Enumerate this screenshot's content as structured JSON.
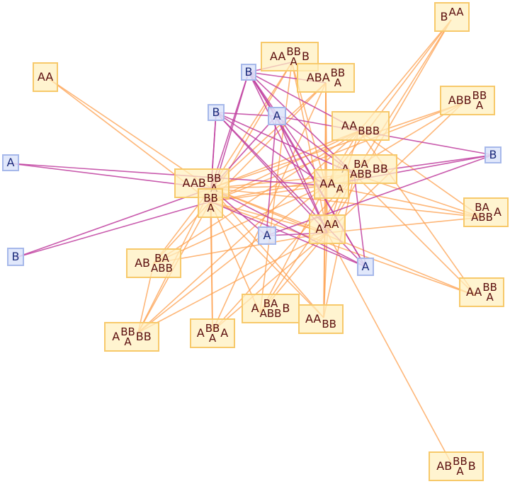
{
  "title": "Word graph with A/B labeled nodes",
  "colors": {
    "gold_edge": "#fe9f4c",
    "magenta_edge": "#c03e9f",
    "gold_node_fill": "#fff0be",
    "gold_node_border": "#f7c96a",
    "blue_node_fill": "#dce4fa",
    "blue_node_border": "#a6b8ea",
    "gold_text": "#5a0d0d",
    "blue_text": "#1a2a7a"
  },
  "nodes": [
    {
      "id": "n_aa_topleft",
      "kind": "gold",
      "base": "AA",
      "sup": "",
      "sub": "",
      "tail": ""
    },
    {
      "id": "n_baa",
      "kind": "gold",
      "base": "B",
      "sup": "AA",
      "sub": "",
      "tail": ""
    },
    {
      "id": "n_aabbab",
      "kind": "gold",
      "base": "AA",
      "sup": "BB",
      "sub": "A",
      "tail": "B"
    },
    {
      "id": "n_ababba",
      "kind": "gold",
      "base": "ABA",
      "sup": "BB",
      "sub": "A",
      "tail": ""
    },
    {
      "id": "n_abbbba_right",
      "kind": "gold",
      "base": "ABB",
      "sup": "BB",
      "sub": "A",
      "tail": ""
    },
    {
      "id": "n_aabbb",
      "kind": "gold",
      "base": "AA",
      "sup": "",
      "sub": "BBB",
      "tail": ""
    },
    {
      "id": "n_a_ba_abb_bb",
      "kind": "gold",
      "base": "A",
      "sup": "BA",
      "sub": "ABB",
      "tail": "BB"
    },
    {
      "id": "n_aaa_hub",
      "kind": "gold",
      "base": "AA",
      "sup": "",
      "sub": "A",
      "tail": ""
    },
    {
      "id": "n_aab_bba",
      "kind": "gold",
      "base": "AAB",
      "sup": "BB",
      "sub": "A",
      "tail": ""
    },
    {
      "id": "n_bba",
      "kind": "gold",
      "base": "",
      "sup": "BB",
      "sub": "A",
      "tail": ""
    },
    {
      "id": "n_aaa_low",
      "kind": "gold",
      "base": "A",
      "sup": "AA",
      "sub": "",
      "tail": ""
    },
    {
      "id": "n_ba_abb_a",
      "kind": "gold",
      "base": "",
      "sup": "BA",
      "sub": "ABB",
      "tail": "A"
    },
    {
      "id": "n_ab_ba_abb",
      "kind": "gold",
      "base": "AB",
      "sup": "BA",
      "sub": "ABB",
      "tail": ""
    },
    {
      "id": "n_aabba_right",
      "kind": "gold",
      "base": "AA",
      "sup": "BB",
      "sub": "A",
      "tail": ""
    },
    {
      "id": "n_a_bba_bb",
      "kind": "gold",
      "base": "A",
      "sup": "BB",
      "sub": "A",
      "tail": "BB"
    },
    {
      "id": "n_a_bba_a",
      "kind": "gold",
      "base": "A",
      "sup": "BB",
      "sub": "A",
      "tail": "A"
    },
    {
      "id": "n_a_ba_abb_b",
      "kind": "gold",
      "base": "A",
      "sup": "BA",
      "sub": "ABB",
      "tail": "B"
    },
    {
      "id": "n_aa_bb",
      "kind": "gold",
      "base": "AA",
      "sup": "",
      "sub": "BB",
      "tail": ""
    },
    {
      "id": "n_ab_bba_b",
      "kind": "gold",
      "base": "AB",
      "sup": "BB",
      "sub": "A",
      "tail": "B"
    },
    {
      "id": "b_top",
      "kind": "blue",
      "base": "B",
      "sup": "",
      "sub": "",
      "tail": ""
    },
    {
      "id": "b_mid",
      "kind": "blue",
      "base": "B",
      "sup": "",
      "sub": "",
      "tail": ""
    },
    {
      "id": "a_center",
      "kind": "blue",
      "base": "A",
      "sup": "",
      "sub": "",
      "tail": ""
    },
    {
      "id": "a_left",
      "kind": "blue",
      "base": "A",
      "sup": "",
      "sub": "",
      "tail": ""
    },
    {
      "id": "b_left",
      "kind": "blue",
      "base": "B",
      "sup": "",
      "sub": "",
      "tail": ""
    },
    {
      "id": "b_right",
      "kind": "blue",
      "base": "B",
      "sup": "",
      "sub": "",
      "tail": ""
    },
    {
      "id": "a_low_center",
      "kind": "blue",
      "base": "A",
      "sup": "",
      "sub": "",
      "tail": ""
    },
    {
      "id": "a_low_right",
      "kind": "blue",
      "base": "A",
      "sup": "",
      "sub": "",
      "tail": ""
    }
  ],
  "edges": {
    "gold": [
      [
        "n_aa_topleft",
        "n_bba"
      ],
      [
        "n_aa_topleft",
        "n_aab_bba"
      ],
      [
        "n_baa",
        "n_aabbb"
      ],
      [
        "n_baa",
        "n_a_ba_abb_bb"
      ],
      [
        "n_baa",
        "n_aaa_hub"
      ],
      [
        "n_baa",
        "n_aaa_low"
      ],
      [
        "n_aabbab",
        "n_aab_bba"
      ],
      [
        "n_aabbab",
        "n_aaa_low"
      ],
      [
        "n_aabbab",
        "n_aaa_hub"
      ],
      [
        "n_aabbab",
        "n_bba"
      ],
      [
        "n_aabbab",
        "n_a_ba_abb_b"
      ],
      [
        "n_ababba",
        "n_aab_bba"
      ],
      [
        "n_ababba",
        "n_bba"
      ],
      [
        "n_ababba",
        "n_aaa_low"
      ],
      [
        "n_ababba",
        "n_aaa_hub"
      ],
      [
        "n_ababba",
        "n_aa_bb"
      ],
      [
        "n_ababba",
        "n_a_bba_a"
      ],
      [
        "n_abbbba_right",
        "n_aab_bba"
      ],
      [
        "n_abbbba_right",
        "n_aaa_hub"
      ],
      [
        "n_abbbba_right",
        "n_aaa_low"
      ],
      [
        "n_abbbba_right",
        "n_bba"
      ],
      [
        "n_aabbb",
        "n_aab_bba"
      ],
      [
        "n_aabbb",
        "n_bba"
      ],
      [
        "n_aabbb",
        "n_aaa_low"
      ],
      [
        "n_aabbb",
        "n_aaa_hub"
      ],
      [
        "n_aabbb",
        "n_a_bba_bb"
      ],
      [
        "n_aabbb",
        "n_ab_ba_abb"
      ],
      [
        "n_aabbb",
        "n_ba_abb_a"
      ],
      [
        "n_aabbb",
        "n_aabba_right"
      ],
      [
        "n_a_ba_abb_bb",
        "n_aab_bba"
      ],
      [
        "n_a_ba_abb_bb",
        "n_bba"
      ],
      [
        "n_a_ba_abb_bb",
        "n_aaa_low"
      ],
      [
        "n_a_ba_abb_bb",
        "n_a_ba_abb_b"
      ],
      [
        "n_a_ba_abb_bb",
        "n_aa_bb"
      ],
      [
        "n_a_ba_abb_bb",
        "n_ba_abb_a"
      ],
      [
        "n_a_ba_abb_bb",
        "n_aabba_right"
      ],
      [
        "n_a_ba_abb_bb",
        "n_a_bba_a"
      ],
      [
        "n_aaa_hub",
        "n_aab_bba"
      ],
      [
        "n_aaa_hub",
        "n_bba"
      ],
      [
        "n_aaa_hub",
        "n_aaa_low"
      ],
      [
        "n_aaa_hub",
        "n_ab_ba_abb"
      ],
      [
        "n_aaa_hub",
        "n_a_bba_bb"
      ],
      [
        "n_aaa_hub",
        "n_a_ba_abb_b"
      ],
      [
        "n_aaa_hub",
        "n_aa_bb"
      ],
      [
        "n_aaa_hub",
        "n_ba_abb_a"
      ],
      [
        "n_aab_bba",
        "n_bba"
      ],
      [
        "n_aab_bba",
        "n_aaa_low"
      ],
      [
        "n_aab_bba",
        "n_ab_ba_abb"
      ],
      [
        "n_aab_bba",
        "n_a_bba_bb"
      ],
      [
        "n_aab_bba",
        "n_a_bba_a"
      ],
      [
        "n_aab_bba",
        "n_aa_bb"
      ],
      [
        "n_aab_bba",
        "n_ba_abb_a"
      ],
      [
        "n_bba",
        "n_aaa_low"
      ],
      [
        "n_bba",
        "n_ab_ba_abb"
      ],
      [
        "n_bba",
        "n_a_bba_a"
      ],
      [
        "n_bba",
        "n_a_ba_abb_b"
      ],
      [
        "n_bba",
        "n_a_bba_bb"
      ],
      [
        "n_bba",
        "n_aa_bb"
      ],
      [
        "n_aaa_low",
        "n_ab_ba_abb"
      ],
      [
        "n_aaa_low",
        "n_a_bba_bb"
      ],
      [
        "n_aaa_low",
        "n_a_ba_abb_b"
      ],
      [
        "n_aaa_low",
        "n_aa_bb"
      ],
      [
        "n_aaa_low",
        "n_ba_abb_a"
      ],
      [
        "n_aaa_low",
        "n_a_bba_a"
      ],
      [
        "n_aaa_low",
        "n_ab_bba_b"
      ],
      [
        "n_ab_ba_abb",
        "n_a_bba_bb"
      ],
      [
        "n_aabba_right",
        "n_aab_bba"
      ],
      [
        "n_aabba_right",
        "n_bba"
      ]
    ],
    "magenta": [
      [
        "b_top",
        "n_aabbab"
      ],
      [
        "b_top",
        "n_ababba"
      ],
      [
        "b_top",
        "n_aab_bba"
      ],
      [
        "b_top",
        "n_bba"
      ],
      [
        "b_top",
        "n_aaa_hub"
      ],
      [
        "b_top",
        "n_aaa_low"
      ],
      [
        "b_top",
        "n_a_ba_abb_bb"
      ],
      [
        "b_top",
        "n_aabbb"
      ],
      [
        "b_top",
        "a_low_right"
      ],
      [
        "b_top",
        "a_center"
      ],
      [
        "b_mid",
        "a_center"
      ],
      [
        "b_mid",
        "n_aab_bba"
      ],
      [
        "b_mid",
        "n_bba"
      ],
      [
        "b_mid",
        "n_aaa_hub"
      ],
      [
        "b_mid",
        "n_a_ba_abb_bb"
      ],
      [
        "b_mid",
        "n_aaa_low"
      ],
      [
        "b_mid",
        "a_low_right"
      ],
      [
        "a_center",
        "n_aabbb"
      ],
      [
        "a_center",
        "n_aab_bba"
      ],
      [
        "a_center",
        "a_low_center"
      ],
      [
        "a_center",
        "n_aaa_low"
      ],
      [
        "a_center",
        "a_low_right"
      ],
      [
        "a_center",
        "n_a_ba_abb_bb"
      ],
      [
        "a_left",
        "n_aab_bba"
      ],
      [
        "a_left",
        "n_aaa_hub"
      ],
      [
        "b_left",
        "n_aab_bba"
      ],
      [
        "b_left",
        "n_bba"
      ],
      [
        "b_right",
        "n_aabbb"
      ],
      [
        "b_right",
        "n_a_ba_abb_bb"
      ],
      [
        "b_right",
        "n_aaa_hub"
      ],
      [
        "b_right",
        "a_low_center"
      ],
      [
        "a_low_center",
        "n_aaa_low"
      ],
      [
        "a_low_center",
        "n_aab_bba"
      ],
      [
        "a_low_right",
        "n_aab_bba"
      ],
      [
        "a_low_right",
        "n_bba"
      ],
      [
        "a_low_right",
        "n_a_ba_abb_bb"
      ]
    ]
  }
}
